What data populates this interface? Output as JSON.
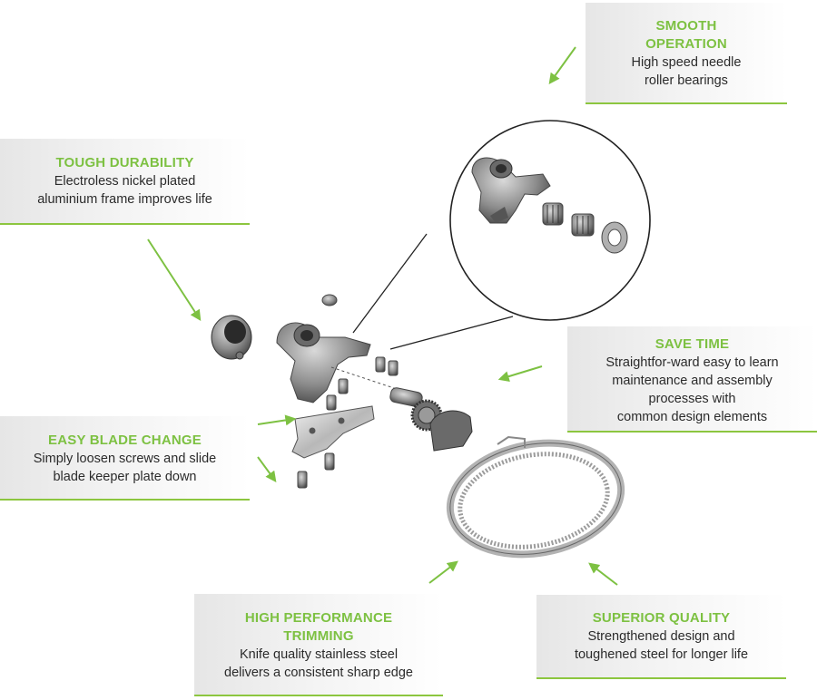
{
  "callouts": {
    "smooth": {
      "title": "SMOOTH\nOPERATION",
      "body": "High speed needle\nroller bearings"
    },
    "durability": {
      "title": "TOUGH DURABILITY",
      "body": "Electroless nickel plated\naluminium frame improves life"
    },
    "save_time": {
      "title": "SAVE TIME",
      "body": "Straightfor-ward easy to learn\nmaintenance and assembly\nprocesses with\ncommon design elements"
    },
    "blade_change": {
      "title": "EASY BLADE CHANGE",
      "body": "Simply loosen screws and slide\nblade keeper plate down"
    },
    "trimming": {
      "title": "HIGH PERFORMANCE\nTRIMMING",
      "body": "Knife quality stainless steel\ndelivers a consistent sharp edge"
    },
    "quality": {
      "title": "SUPERIOR QUALITY",
      "body": "Strengthened design and\ntoughened steel for longer life"
    }
  },
  "colors": {
    "accent": "#7dc142",
    "text": "#2b2b2b",
    "part": "#8a8a8a"
  },
  "icons": {
    "arrow": "arrow-icon"
  }
}
